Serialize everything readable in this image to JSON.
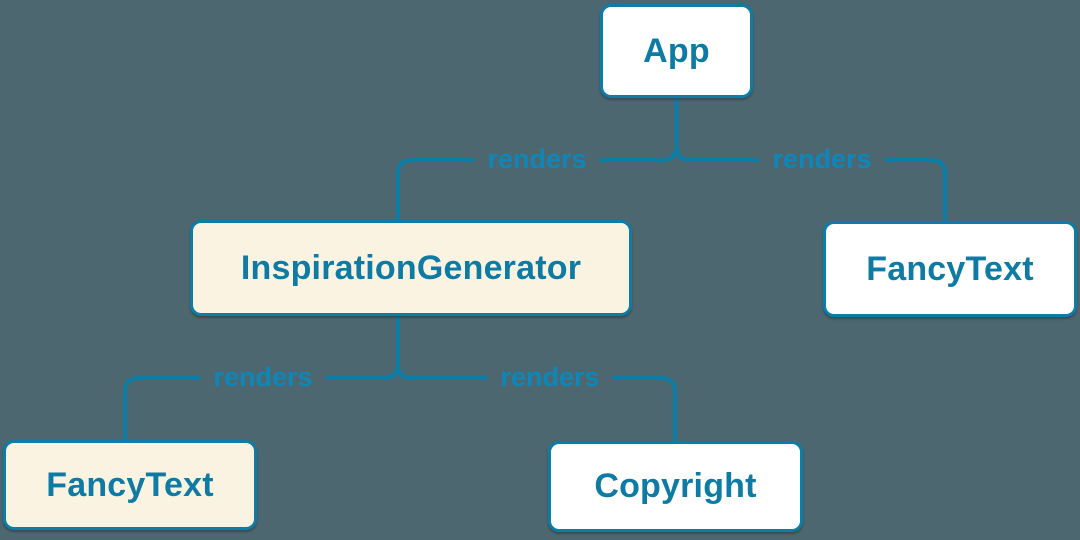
{
  "diagram": {
    "description": "Component render tree",
    "nodes": [
      {
        "id": "app",
        "label": "App",
        "variant": "white"
      },
      {
        "id": "inspiration-generator",
        "label": "InspirationGenerator",
        "variant": "cream"
      },
      {
        "id": "fancy-text-top-right",
        "label": "FancyText",
        "variant": "white"
      },
      {
        "id": "fancy-text-bottom",
        "label": "FancyText",
        "variant": "cream"
      },
      {
        "id": "copyright",
        "label": "Copyright",
        "variant": "white"
      }
    ],
    "edges": [
      {
        "from": "app",
        "to": "inspiration-generator",
        "label": "renders"
      },
      {
        "from": "app",
        "to": "fancy-text-top-right",
        "label": "renders"
      },
      {
        "from": "inspiration-generator",
        "to": "fancy-text-bottom",
        "label": "renders"
      },
      {
        "from": "inspiration-generator",
        "to": "copyright",
        "label": "renders"
      }
    ],
    "colors": {
      "background": "#4d6770",
      "connector_line": "#0b7da6",
      "edge_label_text": "#0e87b8",
      "node_border": "#0b7da6",
      "node_text": "#0e7ba4",
      "node_fill_white": "#ffffff",
      "node_fill_cream": "#fbf3e2"
    }
  }
}
